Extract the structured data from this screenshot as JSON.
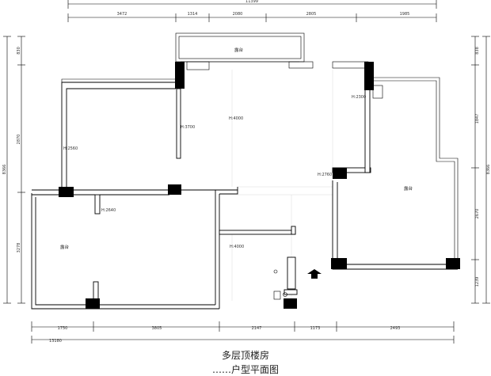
{
  "title": "多层顶楼房",
  "subtitle": "……户型平面图",
  "dimensions": {
    "top_total": "11399",
    "top_segments": [
      "3472",
      "1314",
      "2080",
      "2805",
      "1985"
    ],
    "bottom_total": "13180",
    "bottom_segments": [
      "1750",
      "3805",
      "2147",
      "1173",
      "2493"
    ],
    "left_total": "8366",
    "left_segments": [
      "830",
      "2870",
      "3278"
    ],
    "right_total": "8366",
    "right_segments": [
      "838",
      "1847",
      "2670",
      "1239"
    ]
  },
  "rooms": {
    "terrace_top": "露台",
    "terrace_left": "露台",
    "terrace_right": "露台"
  },
  "heights": {
    "h_left": "H:2560",
    "h_left_lower": "H:2640",
    "h_center_col": "H:3700",
    "h_center": "H:4000",
    "h_center_lower": "H:4000",
    "h_right_top": "H:2300",
    "h_right": "H:2760"
  }
}
